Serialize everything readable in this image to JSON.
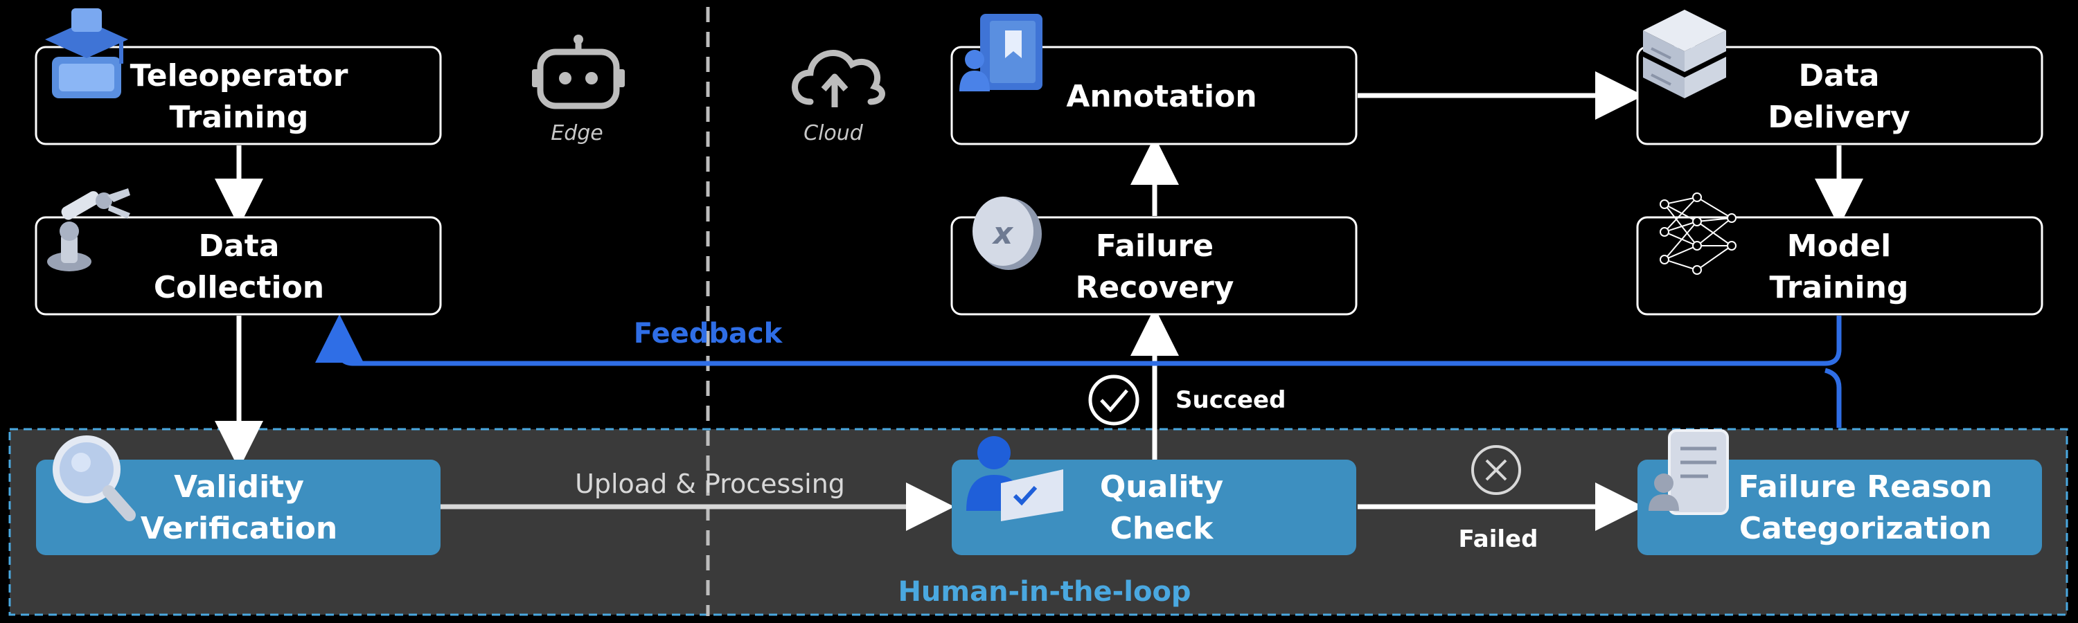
{
  "colors": {
    "background": "#000000",
    "node_border": "#ffffff",
    "hitl_fill": "#3a3a3a",
    "hitl_node_fill": "#3d8fc0",
    "feedback": "#2f6ee6",
    "hitl_label": "#4aa8e0"
  },
  "regions": {
    "edge_label": "Edge",
    "cloud_label": "Cloud",
    "hitl_label": "Human-in-the-loop"
  },
  "nodes": {
    "teleoperator_training": {
      "line1": "Teleoperator",
      "line2": "Training",
      "icon": "graduation-cap-icon"
    },
    "data_collection": {
      "line1": "Data",
      "line2": "Collection",
      "icon": "robot-arm-icon"
    },
    "annotation": {
      "line1": "Annotation",
      "icon": "annotator-icon"
    },
    "data_delivery": {
      "line1": "Data",
      "line2": "Delivery",
      "icon": "server-icon"
    },
    "failure_recovery": {
      "line1": "Failure",
      "line2": "Recovery",
      "icon": "failure-token-icon"
    },
    "model_training": {
      "line1": "Model",
      "line2": "Training",
      "icon": "neural-network-icon"
    },
    "validity_verification": {
      "line1": "Validity",
      "line2": "Verification",
      "icon": "magnifier-icon"
    },
    "quality_check": {
      "line1": "Quality",
      "line2": "Check",
      "icon": "user-checklist-icon"
    },
    "failure_reason": {
      "line1": "Failure Reason",
      "line2": "Categorization",
      "icon": "document-user-icon"
    }
  },
  "edges": {
    "feedback": "Feedback",
    "upload": "Upload & Processing",
    "succeed": "Succeed",
    "failed": "Failed"
  }
}
